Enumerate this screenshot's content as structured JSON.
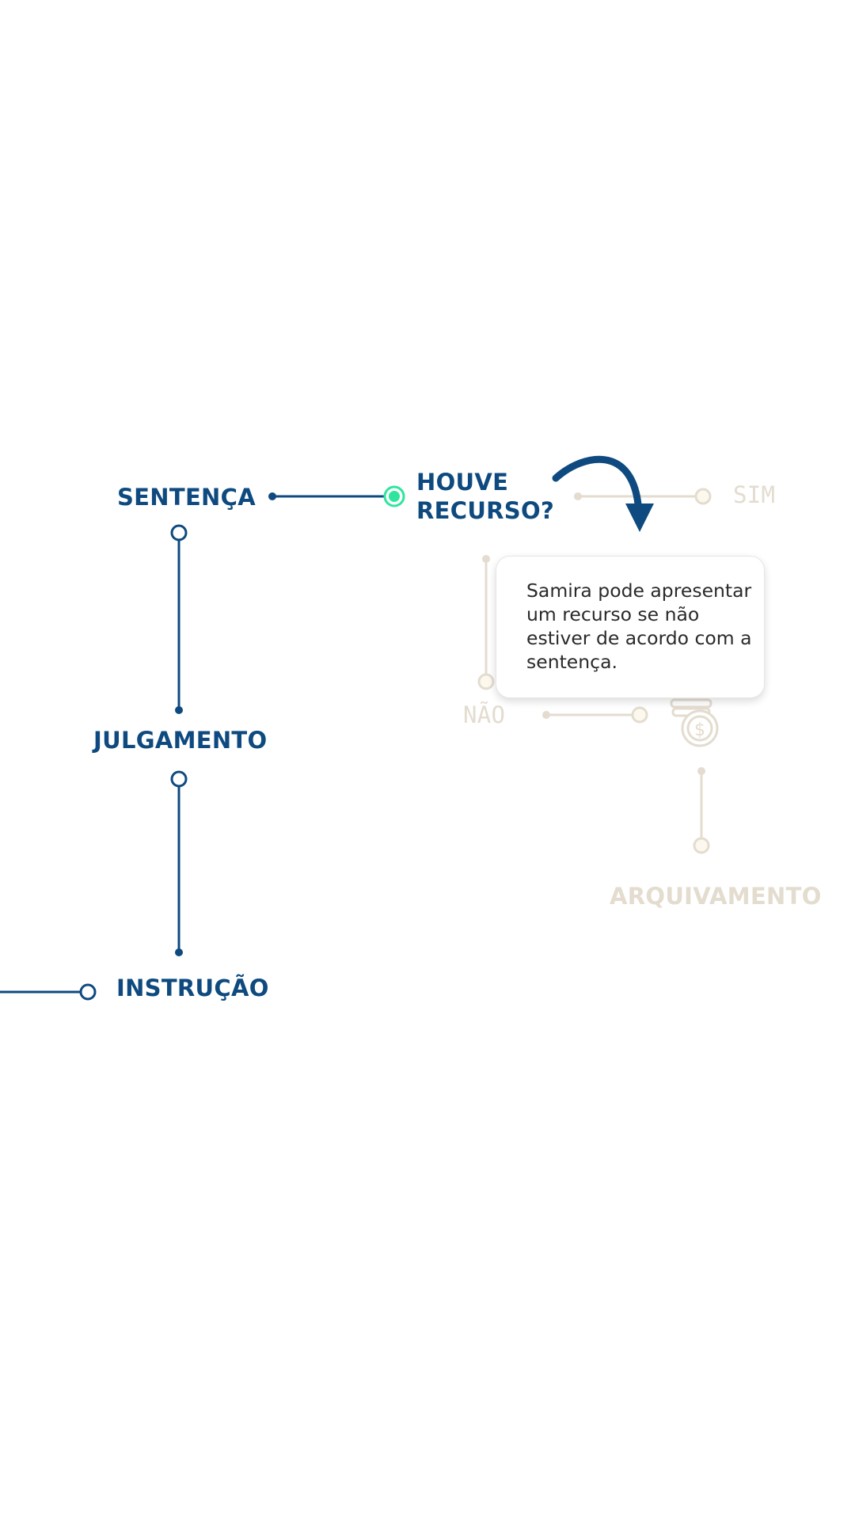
{
  "colors": {
    "primary": "#0e4a7f",
    "muted": "#e3dccf",
    "active": "#2ee59d",
    "text": "#2a2a2a",
    "background": "#ffffff"
  },
  "nodes": {
    "sentenca": "SENTENÇA",
    "houve_recurso_line1": "HOUVE",
    "houve_recurso_line2": "RECURSO?",
    "sim": "SIM",
    "nao": "NÃO",
    "julgamento": "JULGAMENTO",
    "instrucao": "INSTRUÇÃO",
    "arquivamento": "ARQUIVAMENTO"
  },
  "tooltip": {
    "text": "Samira pode apresentar um recurso se não estiver de acordo com a sentença."
  },
  "icons": {
    "pointer": "curved-arrow-icon",
    "coins": "coins-dollar-icon"
  }
}
